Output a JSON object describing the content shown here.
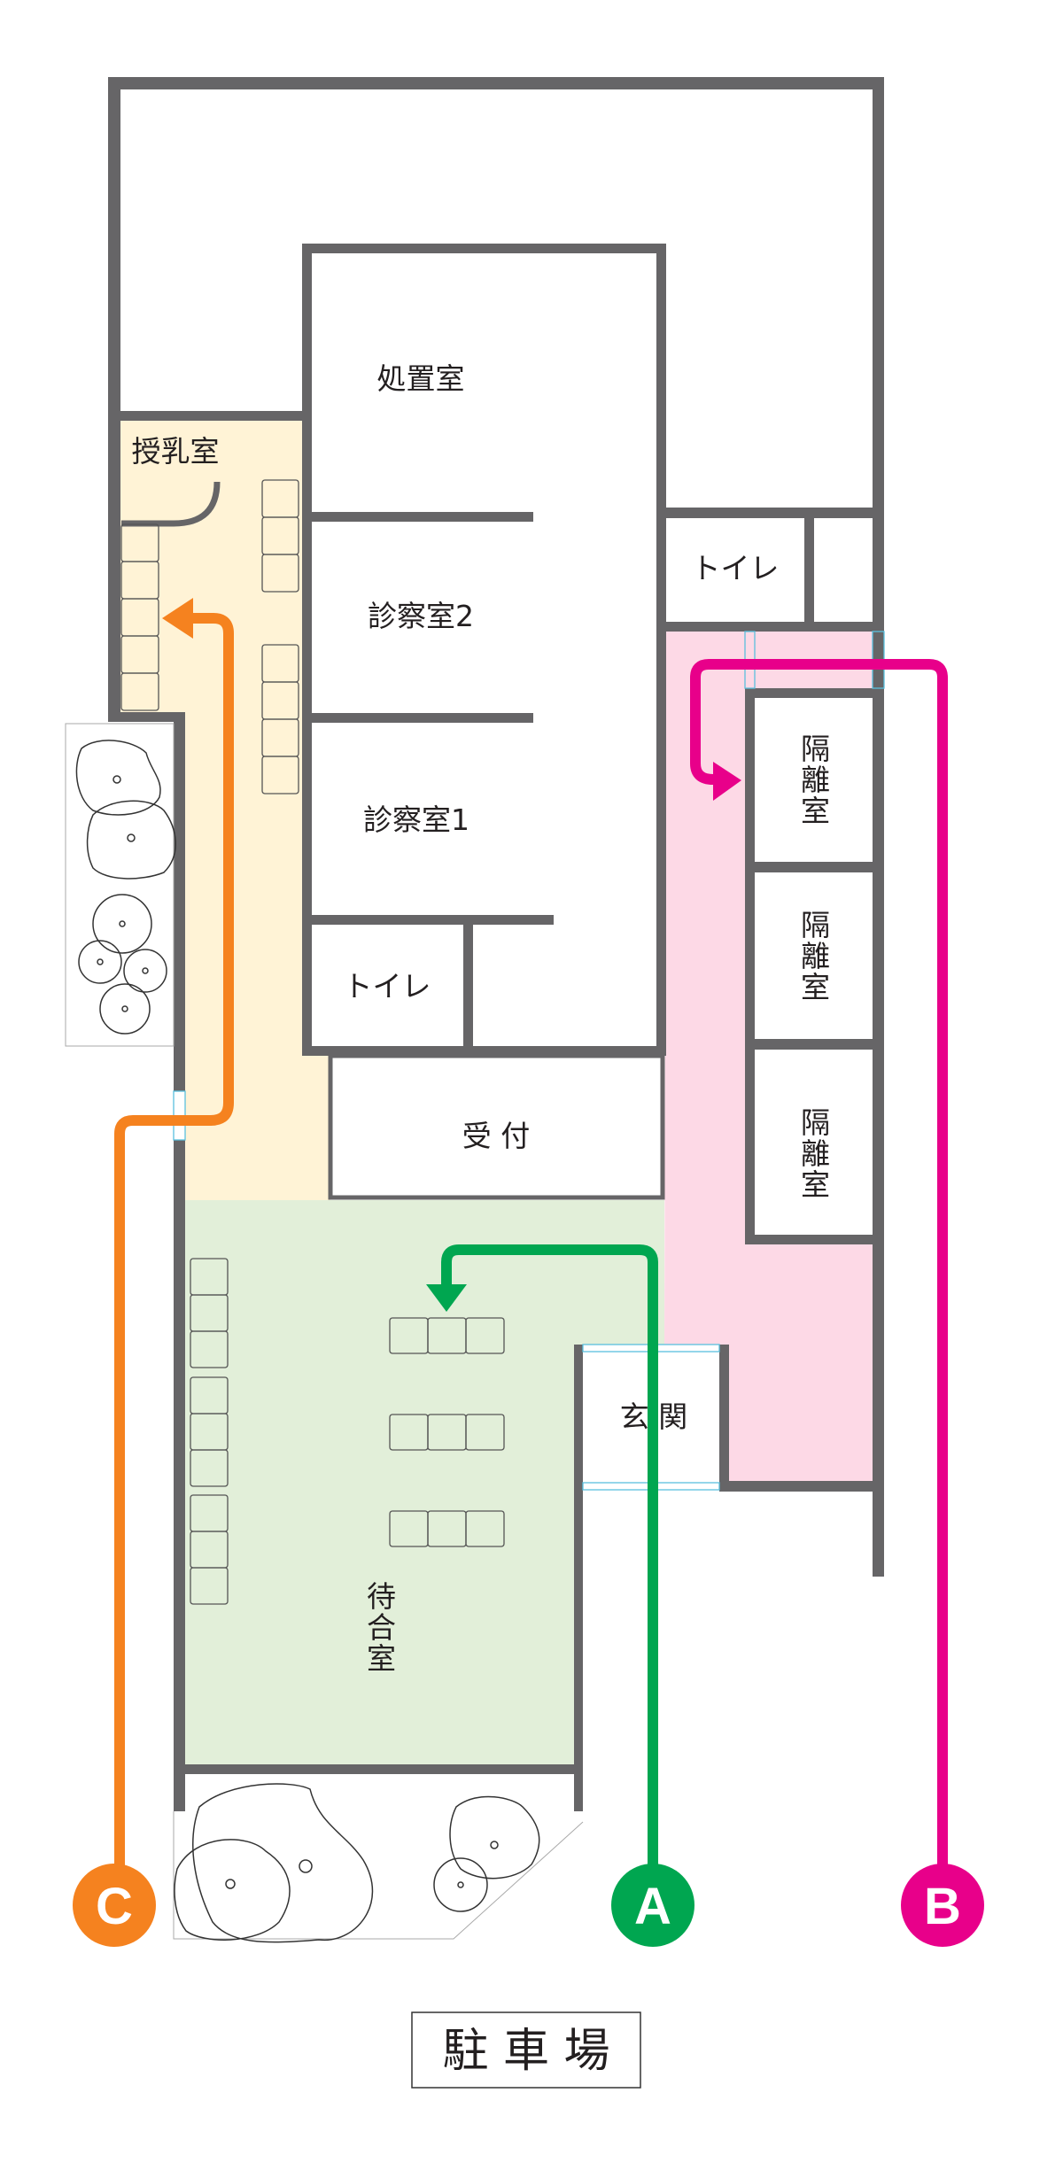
{
  "rooms": {
    "treatment": "処置室",
    "nursing": "授乳室",
    "exam2": "診察室2",
    "exam1": "診察室1",
    "toilet_left": "トイレ",
    "toilet_right": "トイレ",
    "isolation_1": "隔離室",
    "isolation_2": "隔離室",
    "isolation_3": "隔離室",
    "reception": "受 付",
    "entrance": "玄 関",
    "waiting": "待合室"
  },
  "parking": "駐 車 場",
  "routes": [
    {
      "id": "A",
      "label": "A",
      "color": "#00a650"
    },
    {
      "id": "B",
      "label": "B",
      "color": "#e8008a"
    },
    {
      "id": "C",
      "label": "C",
      "color": "#f5821f"
    }
  ],
  "colors": {
    "wall": "#666567",
    "nursing_area": "#fff3d6",
    "isolation_area": "#fdd9e6",
    "waiting_area": "#e2efd9"
  }
}
